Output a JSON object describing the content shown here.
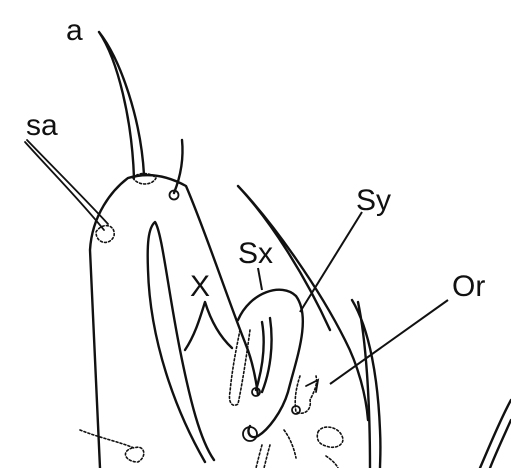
{
  "labels": {
    "a": "a",
    "sa": "sa",
    "Sy": "Sy",
    "Sx": "Sx",
    "X": "X",
    "Or": "Or"
  },
  "colors": {
    "ink": "#111111",
    "paper": "#ffffff"
  }
}
